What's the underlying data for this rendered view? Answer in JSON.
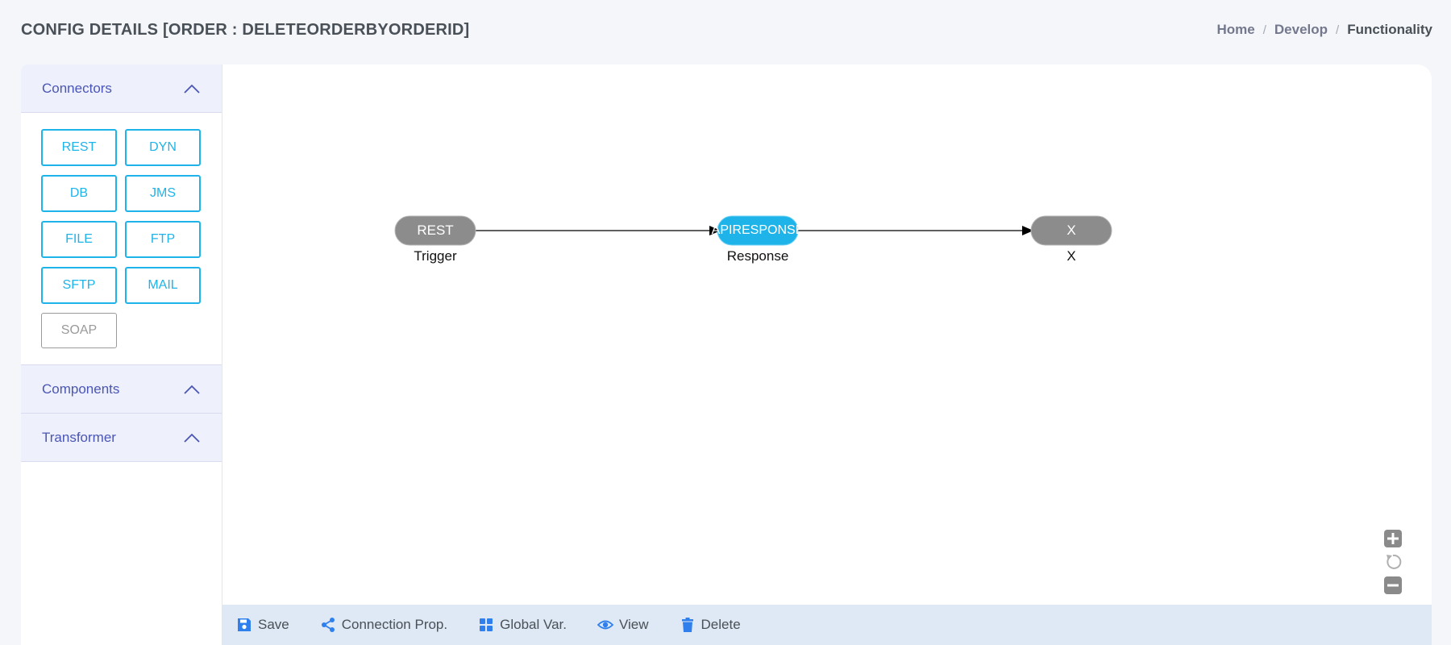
{
  "header": {
    "title": "CONFIG DETAILS [ORDER : DELETEORDERBYORDERID]",
    "breadcrumb": [
      "Home",
      "Develop",
      "Functionality"
    ]
  },
  "sidebar": {
    "connectors": {
      "title": "Connectors",
      "buttons": [
        "REST",
        "DYN",
        "DB",
        "JMS",
        "FILE",
        "FTP",
        "SFTP",
        "MAIL",
        "SOAP"
      ]
    },
    "components": {
      "title": "Components"
    },
    "transformer": {
      "title": "Transformer"
    }
  },
  "flow": {
    "nodes": [
      {
        "text": "REST",
        "label": "Trigger",
        "color": "#8c8c8c"
      },
      {
        "text": "APIRESPONSE",
        "label": "Response",
        "color": "#1eb4ea"
      },
      {
        "text": "X",
        "label": "X",
        "color": "#8c8c8c"
      }
    ]
  },
  "toolbar": {
    "save": "Save",
    "connection_prop": "Connection Prop.",
    "global_var": "Global Var.",
    "view": "View",
    "delete": "Delete"
  },
  "colors": {
    "accent": "#1eb4ea",
    "icon_blue": "#2f80ed",
    "header_blue": "#4a56b5"
  }
}
